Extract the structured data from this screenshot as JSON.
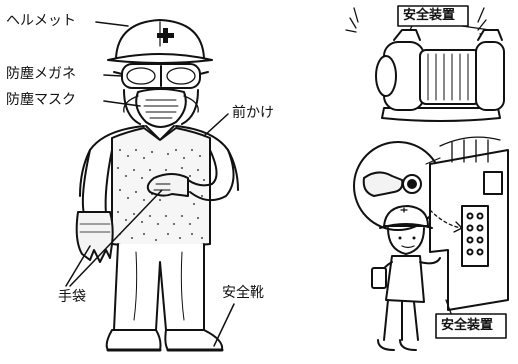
{
  "labels": {
    "helmet": "ヘルメット",
    "goggles": "防塵メガネ",
    "mask": "防塵マスク",
    "apron": "前かけ",
    "gloves": "手袋",
    "shoes": "安全靴"
  },
  "signs": {
    "grinder_sign": "安全装置",
    "panel_sign": "安全装置"
  }
}
